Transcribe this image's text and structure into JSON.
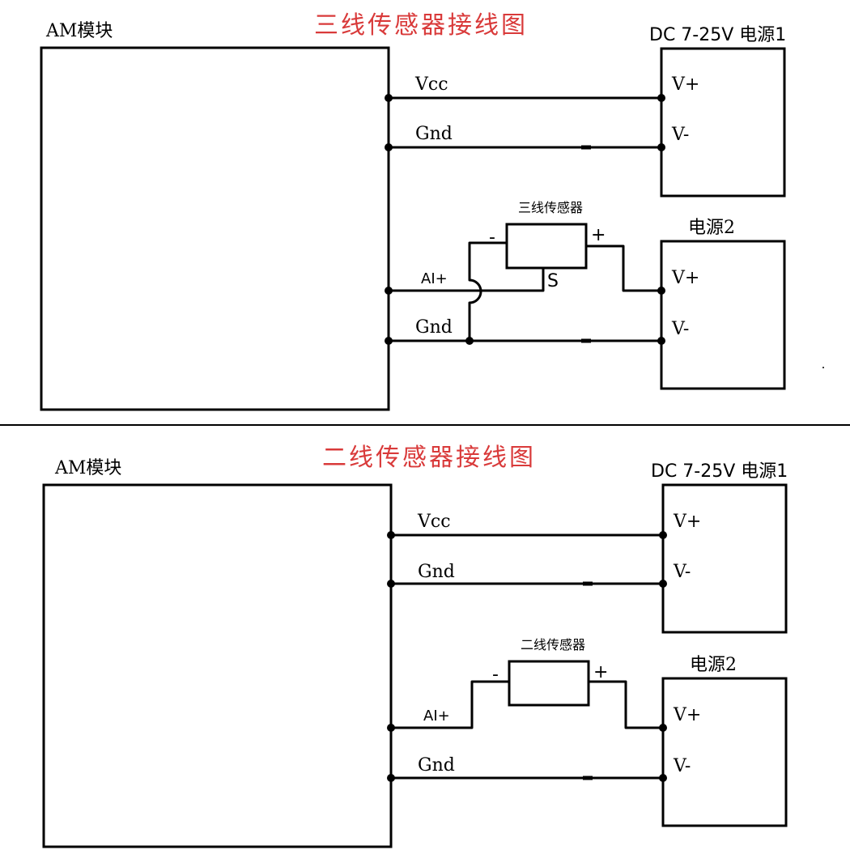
{
  "colors": {
    "title": "#d93a3a",
    "line": "#000000",
    "background": "#ffffff"
  },
  "three_wire": {
    "title": "三线传感器接线图",
    "module_label": "AM模块",
    "psu1_label": "DC 7-25V 电源1",
    "psu1_vplus": "V+",
    "psu1_vminus": "V-",
    "psu2_label": "电源2",
    "psu2_vplus": "V+",
    "psu2_vminus": "V-",
    "vcc_label": "Vcc",
    "gnd1_label": "Gnd",
    "ai_label": "AI+",
    "gnd2_label": "Gnd",
    "sensor_label": "三线传感器",
    "sensor_minus": "-",
    "sensor_plus": "+",
    "sensor_signal": "S"
  },
  "two_wire": {
    "title": "二线传感器接线图",
    "module_label": "AM模块",
    "psu1_label": "DC 7-25V 电源1",
    "psu1_vplus": "V+",
    "psu1_vminus": "V-",
    "psu2_label": "电源2",
    "psu2_vplus": "V+",
    "psu2_vminus": "V-",
    "vcc_label": "Vcc",
    "gnd1_label": "Gnd",
    "ai_label": "AI+",
    "gnd2_label": "Gnd",
    "sensor_label": "二线传感器",
    "sensor_minus": "-",
    "sensor_plus": "+"
  }
}
